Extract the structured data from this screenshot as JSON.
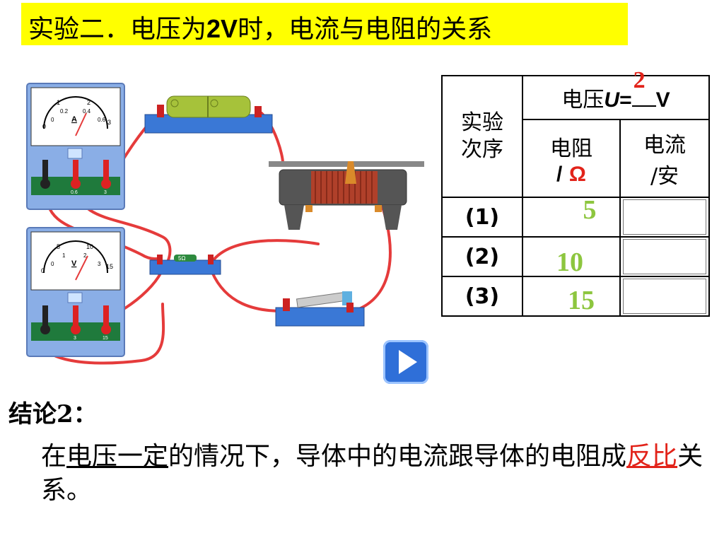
{
  "title": {
    "prefix": "实验二．电压为",
    "value": "2V",
    "suffix": "时，电流与电阻的关系"
  },
  "table": {
    "header_sequence": "实验次序",
    "header_voltage": "电压",
    "voltage_symbol": "U",
    "voltage_equals": "=",
    "voltage_value": "2",
    "voltage_unit": "V",
    "header_resistance": "电阻",
    "resistance_slash": "/",
    "resistance_unit": "Ω",
    "header_current": "电流",
    "current_unit": "/安",
    "rows": [
      {
        "index": "(1)",
        "resistance": "5"
      },
      {
        "index": "(2)",
        "resistance": "10"
      },
      {
        "index": "(3)",
        "resistance": "15"
      }
    ]
  },
  "ammeter": {
    "scale": [
      "0",
      "1",
      "2",
      "3"
    ],
    "subscale": [
      "0",
      "0.2",
      "0.4",
      "0.6"
    ],
    "unit": "A",
    "terminals": [
      "0.6",
      "3"
    ]
  },
  "voltmeter": {
    "scale": [
      "0",
      "5",
      "10",
      "15"
    ],
    "subscale": [
      "0",
      "1",
      "2",
      "3"
    ],
    "unit": "V",
    "terminals": [
      "3",
      "15"
    ]
  },
  "resistor_label": "5Ω",
  "conclusion": {
    "label": "结论2：",
    "p1": "在",
    "p2": "电压一定",
    "p3": "的情况下，导体中的电流跟导体的电阻成",
    "p4": "反比",
    "p5": "关系。"
  },
  "colors": {
    "title_bg": "#ffff00",
    "highlight_red": "#e2231a",
    "value_green": "#8dc63f",
    "play_blue": "#2f6fd8"
  },
  "icons": {
    "play": "play-icon"
  }
}
